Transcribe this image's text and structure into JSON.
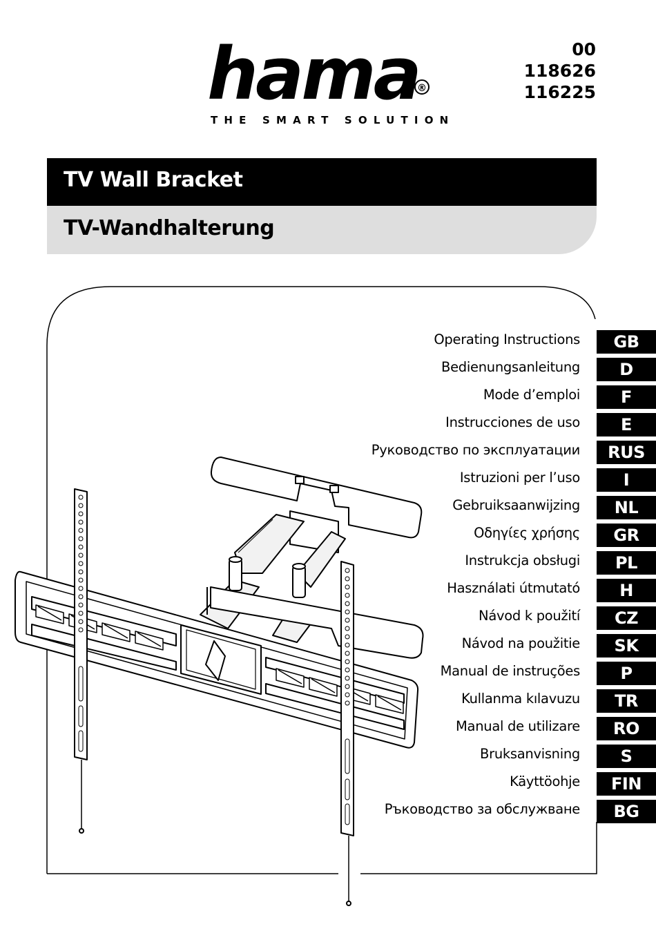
{
  "brand": {
    "name": "hama",
    "registered": "®",
    "tagline": "THE SMART SOLUTION"
  },
  "article_numbers": [
    "00",
    "118626",
    "116225"
  ],
  "title": "TV Wall Bracket",
  "subtitle": "TV-Wandhalterung",
  "languages": [
    {
      "text": "Operating Instructions",
      "code": "GB"
    },
    {
      "text": "Bedienungsanleitung",
      "code": "D"
    },
    {
      "text": "Mode d’emploi",
      "code": "F"
    },
    {
      "text": "Instrucciones de uso",
      "code": "E"
    },
    {
      "text": "Руководство по эксплуатации",
      "code": "RUS"
    },
    {
      "text": "Istruzioni per l’uso",
      "code": "I"
    },
    {
      "text": "Gebruiksaanwijzing",
      "code": "NL"
    },
    {
      "text": "Οδηγίες χρήσης",
      "code": "GR"
    },
    {
      "text": "Instrukcja obsługi",
      "code": "PL"
    },
    {
      "text": "Használati útmutató",
      "code": "H"
    },
    {
      "text": "Návod k použití",
      "code": "CZ"
    },
    {
      "text": "Návod na použitie",
      "code": "SK"
    },
    {
      "text": "Manual de instruções",
      "code": "P"
    },
    {
      "text": "Kullanma kılavuzu",
      "code": "TR"
    },
    {
      "text": "Manual de utilizare",
      "code": "RO"
    },
    {
      "text": "Bruksanvisning",
      "code": "S"
    },
    {
      "text": "Käyttöohje",
      "code": "FIN"
    },
    {
      "text": "Ръководство за обслужване",
      "code": "BG"
    }
  ]
}
